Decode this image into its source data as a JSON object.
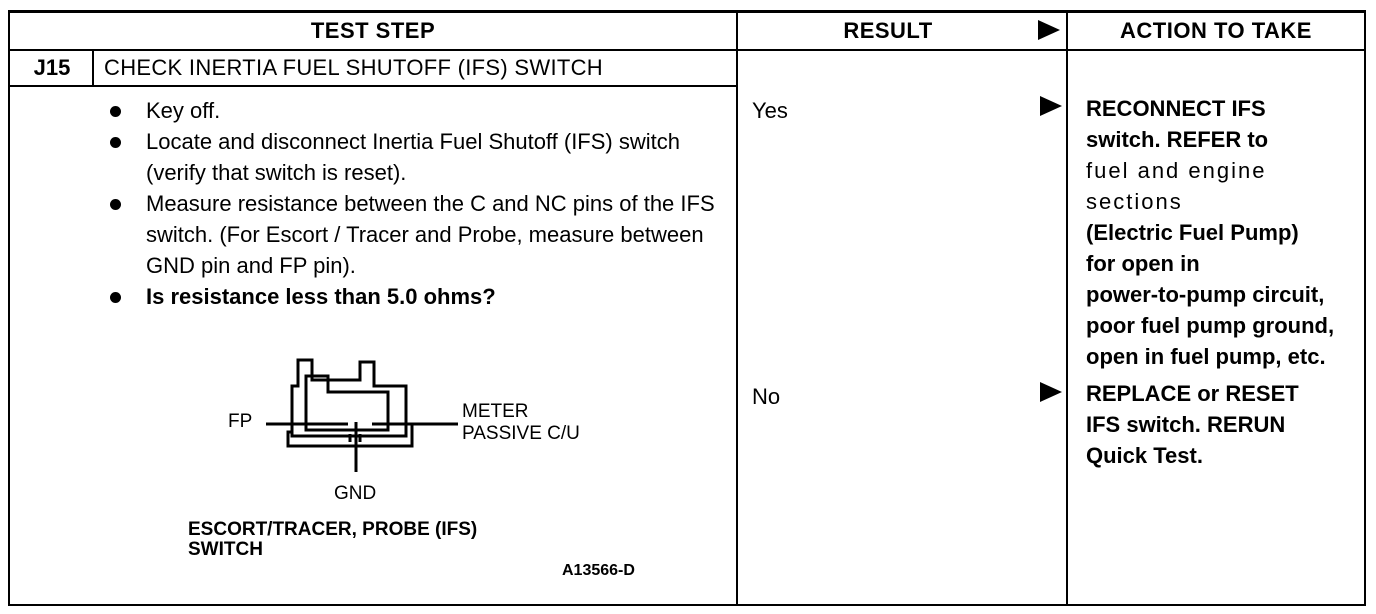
{
  "header": {
    "test_step": "TEST STEP",
    "result": "RESULT",
    "action": "ACTION TO TAKE"
  },
  "step": {
    "id": "J15",
    "title": "CHECK INERTIA FUEL SHUTOFF (IFS) SWITCH",
    "bullets": [
      "Key off.",
      "Locate and disconnect Inertia Fuel Shutoff (IFS) switch (verify that switch is reset).",
      "Measure resistance between the C and NC pins of the IFS switch. (For Escort / Tracer and Probe, measure between GND pin and FP pin).",
      "Is resistance less than 5.0 ohms?"
    ]
  },
  "diagram": {
    "fp": "FP",
    "meter": "METER",
    "passive": "PASSIVE C/U",
    "gnd": "GND",
    "caption_line1": "ESCORT/TRACER, PROBE (IFS)",
    "caption_line2": "SWITCH",
    "figure_id": "A13566-D"
  },
  "results": {
    "yes": "Yes",
    "no": "No"
  },
  "actions": {
    "yes_line1": "RECONNECT IFS",
    "yes_line2": "switch. REFER to",
    "yes_line3": "fuel and engine",
    "yes_line4": "sections",
    "yes_line5": "(Electric Fuel Pump)",
    "yes_line6": "for open in",
    "yes_line7": "power-to-pump circuit,",
    "yes_line8": "poor fuel pump ground,",
    "yes_line9": "open in fuel pump, etc.",
    "no_line1": "REPLACE or RESET",
    "no_line2": "IFS switch. RERUN",
    "no_line3": "Quick Test."
  }
}
